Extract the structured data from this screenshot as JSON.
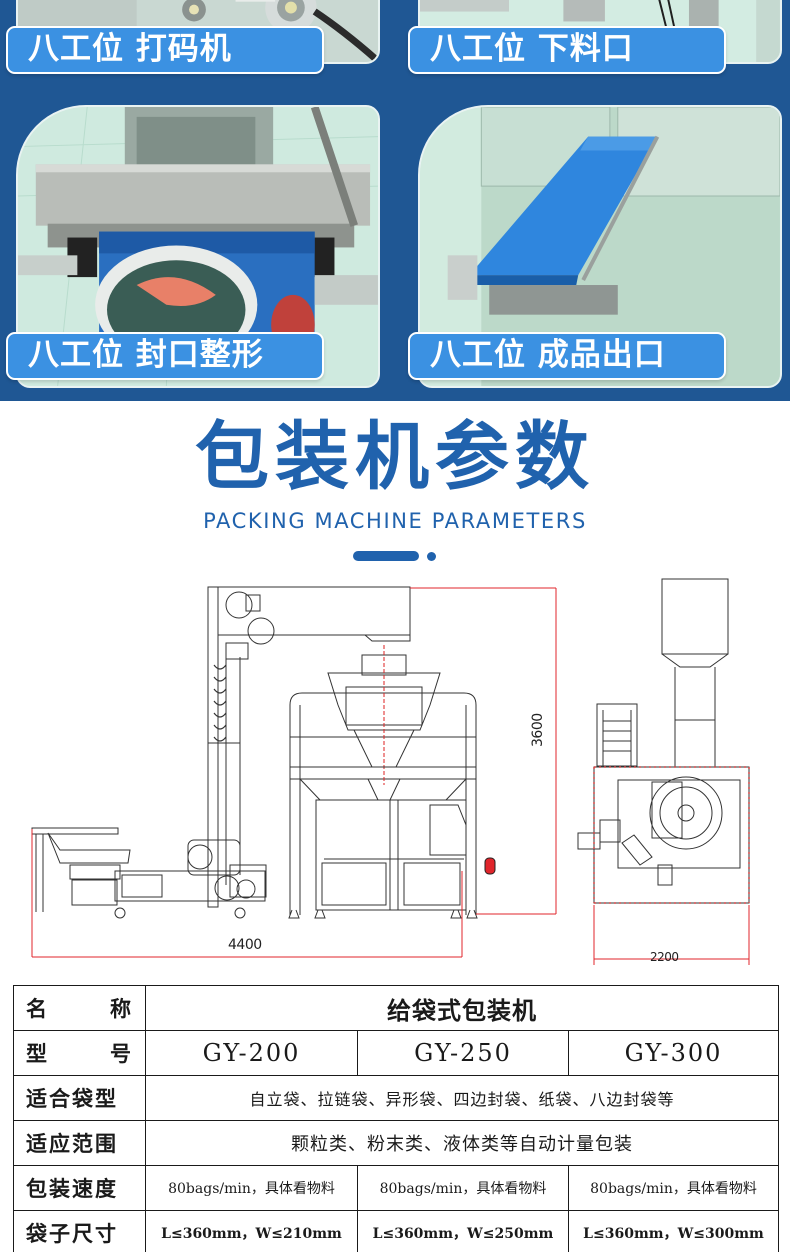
{
  "stations": [
    {
      "label": "八工位 打码机",
      "scene": "coding-machine-closeup"
    },
    {
      "label": "八工位 下料口",
      "scene": "discharge-port-closeup"
    },
    {
      "label": "八工位 封口整形",
      "scene": "sealing-shaping-closeup"
    },
    {
      "label": "八工位 成品出口",
      "scene": "finished-product-conveyor"
    }
  ],
  "title": {
    "cn": "包装机参数",
    "en": "PACKING MACHINE PARAMETERS"
  },
  "drawing": {
    "width_label": "4400",
    "height_label": "3600",
    "depth_label": "2200",
    "line_color": "#e0252b",
    "stroke_color": "#333333"
  },
  "table": {
    "rows": [
      {
        "header_a": "名",
        "header_b": "称",
        "value": "给袋式包装机"
      },
      {
        "header_a": "型",
        "header_b": "号",
        "values": [
          "GY-200",
          "GY-250",
          "GY-300"
        ]
      },
      {
        "header": "适合袋型",
        "value": "自立袋、拉链袋、异形袋、四边封袋、纸袋、八边封袋等"
      },
      {
        "header": "适应范围",
        "value": "颗粒类、粉末类、液体类等自动计量包装"
      },
      {
        "header": "包装速度",
        "values": [
          "80bags/min，具体看物料",
          "80bags/min，具体看物料",
          "80bags/min，具体看物料"
        ]
      },
      {
        "header": "袋子尺寸",
        "values": [
          "L≤360mm，W≤210mm",
          "L≤360mm，W≤250mm",
          "L≤360mm，W≤300mm"
        ]
      }
    ]
  },
  "colors": {
    "section_bg": "#1f5794",
    "pill_bg": "#3b91e2",
    "title_blue": "#2062ad"
  }
}
